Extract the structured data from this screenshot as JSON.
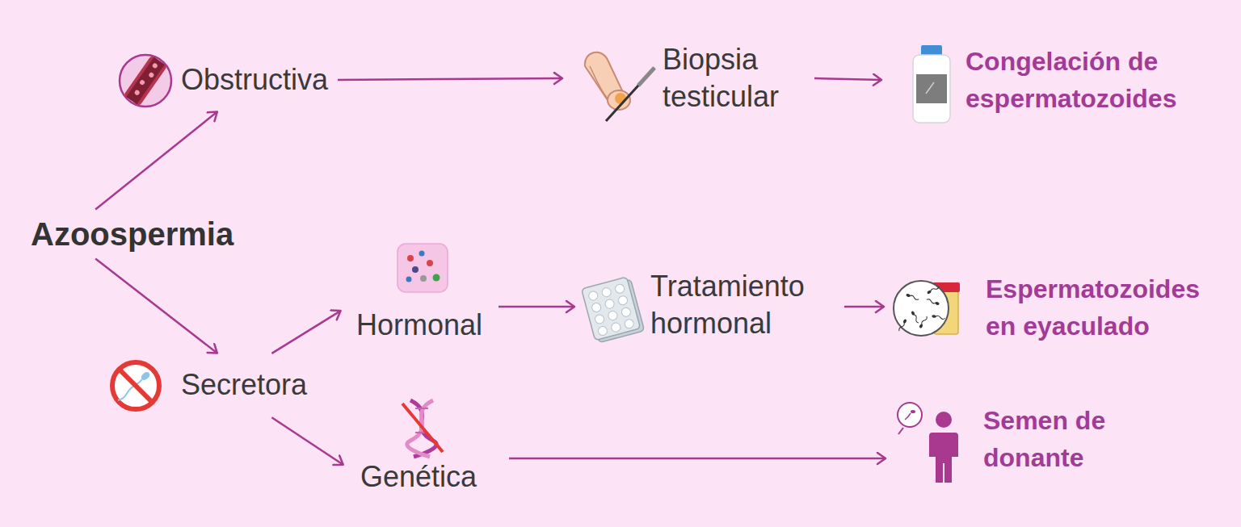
{
  "diagram": {
    "nodes": [
      {
        "text": [
          "Azoospermia"
        ]
      },
      {
        "text": [
          "Obstructiva"
        ]
      },
      {
        "text": [
          "Secretora"
        ]
      },
      {
        "text": [
          "Hormonal"
        ]
      },
      {
        "text": [
          "Genética"
        ]
      },
      {
        "text": [
          "Biopsia testicular"
        ]
      },
      {
        "text": [
          "Tratamiento hormonal"
        ]
      },
      {
        "text": [
          "Congelación de espermatozoides"
        ]
      },
      {
        "text": [
          "Espermatozoides en eyaculado"
        ]
      },
      {
        "text": [
          "Semen de donante"
        ]
      }
    ],
    "edges": [
      {
        "from": 0,
        "to": 1,
        "arrow": "to"
      },
      {
        "from": 0,
        "to": 2,
        "arrow": "to"
      },
      {
        "from": 1,
        "to": 5,
        "arrow": "to"
      },
      {
        "from": 5,
        "to": 7,
        "arrow": "to"
      },
      {
        "from": 2,
        "to": 3,
        "arrow": "to"
      },
      {
        "from": 2,
        "to": 4,
        "arrow": "to"
      },
      {
        "from": 3,
        "to": 6,
        "arrow": "to"
      },
      {
        "from": 6,
        "to": 8,
        "arrow": "to"
      },
      {
        "from": 4,
        "to": 9,
        "arrow": "to"
      }
    ]
  }
}
